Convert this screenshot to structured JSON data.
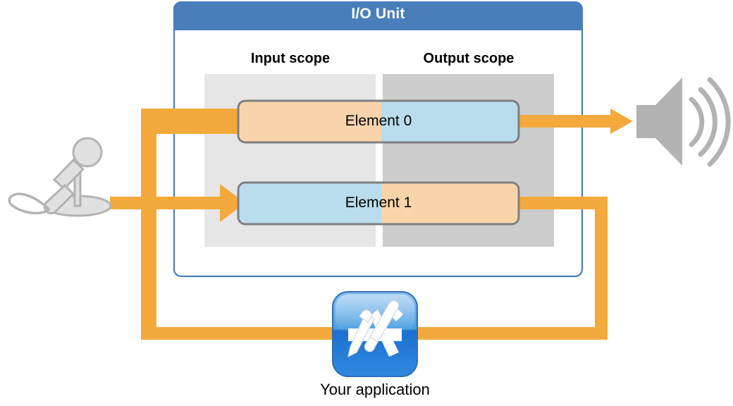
{
  "diagram": {
    "title": "I/O Unit",
    "scopes": {
      "input_label": "Input scope",
      "output_label": "Output scope"
    },
    "elements": [
      {
        "label": "Element 0",
        "input_half_color": "#f9d4ab",
        "output_half_color": "#b9dded",
        "order": "input-left-output-right"
      },
      {
        "label": "Element 1",
        "input_half_color": "#b9dded",
        "output_half_color": "#f9d4ab",
        "order": "output-left-input-right"
      }
    ],
    "app": {
      "label": "Your application",
      "icon": "app-store-icon"
    },
    "devices": {
      "input_device": "microphone-icon",
      "output_device": "speaker-icon"
    },
    "colors": {
      "title_bar": "#4a7ebb",
      "unit_border": "#4a7ebb",
      "signal_flow": "#f4a93d",
      "input_scope_bg": "#e6e6e6",
      "output_scope_bg": "#cccccc",
      "element_border": "#7f7f7f",
      "device_gray": "#b3b3b3",
      "text": "#000000"
    }
  }
}
